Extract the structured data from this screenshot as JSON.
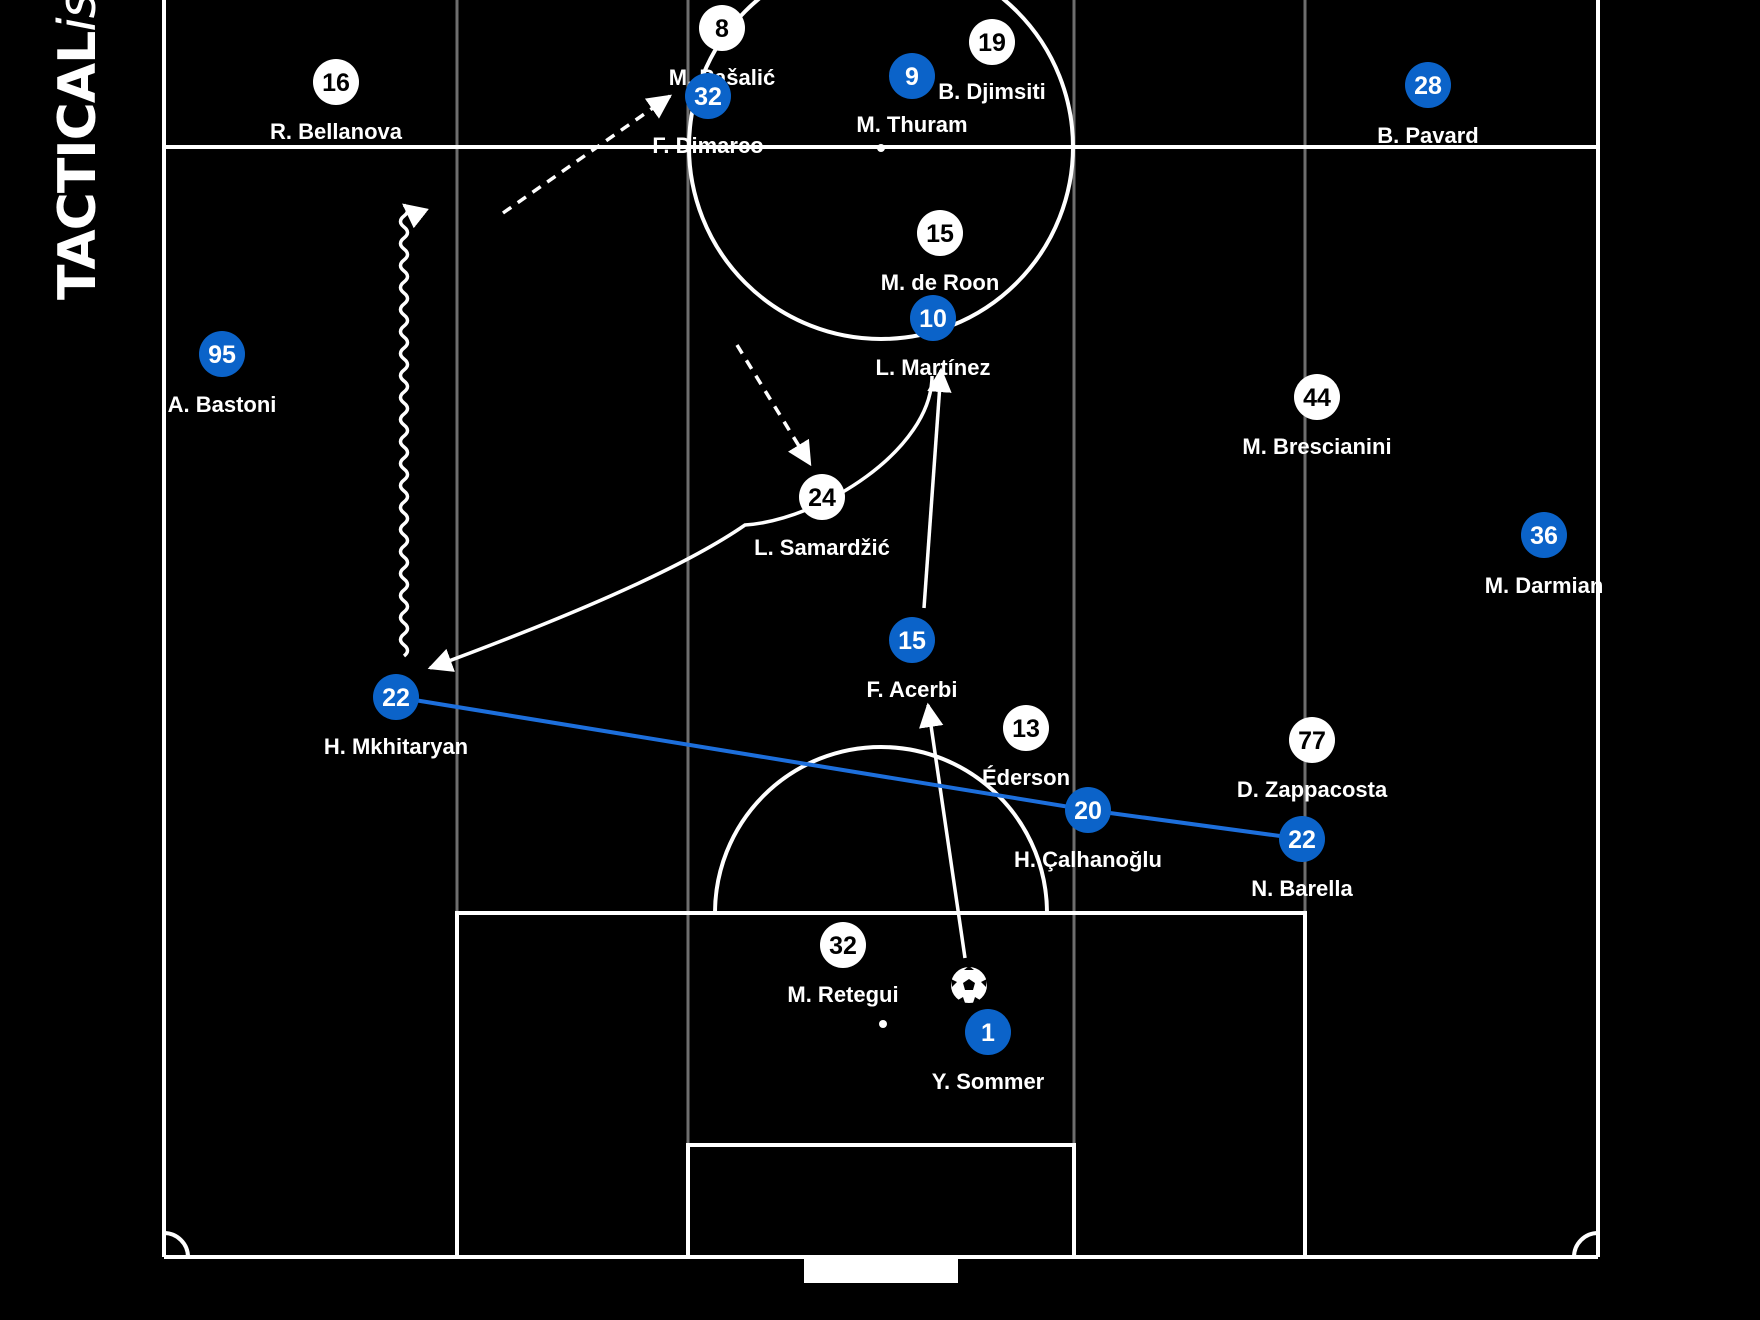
{
  "brand": {
    "part1": "TACTICAL",
    "part2": "ista"
  },
  "colors": {
    "background": "#000000",
    "lines": "#ffffff",
    "team_home": "#0b63c9",
    "team_away": "#ffffff",
    "pass_line": "#1d6fdc"
  },
  "players": [
    {
      "id": "p16",
      "team": "away",
      "number": "16",
      "name": "R. Bellanova"
    },
    {
      "id": "p8",
      "team": "away",
      "number": "8",
      "name": "M. Pašalić"
    },
    {
      "id": "p19",
      "team": "away",
      "number": "19",
      "name": "B. Djimsiti"
    },
    {
      "id": "p15a",
      "team": "away",
      "number": "15",
      "name": "M. de Roon"
    },
    {
      "id": "p44",
      "team": "away",
      "number": "44",
      "name": "M. Brescianini"
    },
    {
      "id": "p24",
      "team": "away",
      "number": "24",
      "name": "L. Samardžić"
    },
    {
      "id": "p13",
      "team": "away",
      "number": "13",
      "name": "Éderson"
    },
    {
      "id": "p77",
      "team": "away",
      "number": "77",
      "name": "D. Zappacosta"
    },
    {
      "id": "p32a",
      "team": "away",
      "number": "32",
      "name": "M. Retegui"
    },
    {
      "id": "h32",
      "team": "home",
      "number": "32",
      "name": "F. Dimarco"
    },
    {
      "id": "h9",
      "team": "home",
      "number": "9",
      "name": "M. Thuram"
    },
    {
      "id": "h28",
      "team": "home",
      "number": "28",
      "name": "B. Pavard"
    },
    {
      "id": "h95",
      "team": "home",
      "number": "95",
      "name": "A. Bastoni"
    },
    {
      "id": "h10",
      "team": "home",
      "number": "10",
      "name": "L. Martínez"
    },
    {
      "id": "h36",
      "team": "home",
      "number": "36",
      "name": "M. Darmian"
    },
    {
      "id": "h15",
      "team": "home",
      "number": "15",
      "name": "F. Acerbi"
    },
    {
      "id": "h22a",
      "team": "home",
      "number": "22",
      "name": "H. Mkhitaryan"
    },
    {
      "id": "h20",
      "team": "home",
      "number": "20",
      "name": "H. Çalhanoğlu"
    },
    {
      "id": "h22b",
      "team": "home",
      "number": "22",
      "name": "N. Barella"
    },
    {
      "id": "h1",
      "team": "home",
      "number": "1",
      "name": "Y. Sommer"
    }
  ],
  "ball_icon": "soccer-ball-icon"
}
